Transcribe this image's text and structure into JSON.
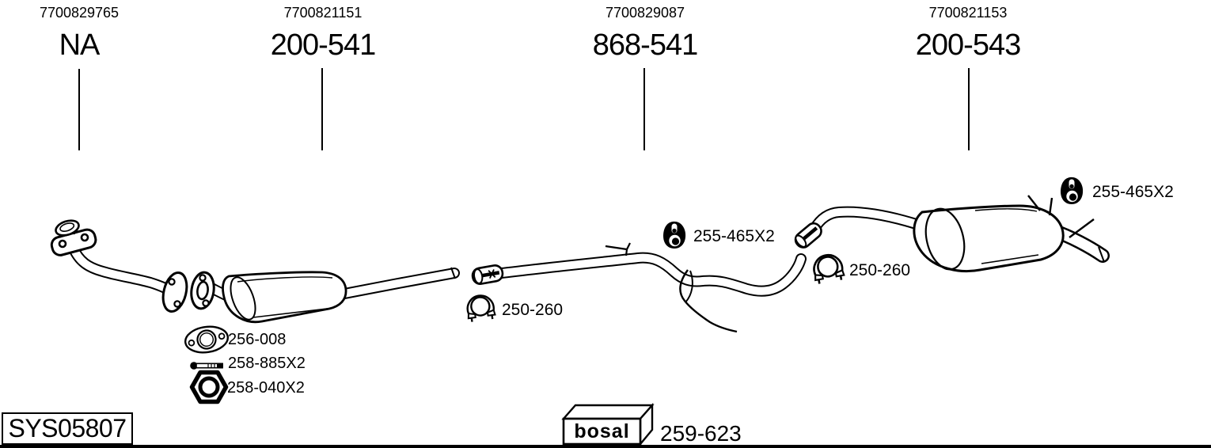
{
  "header": {
    "columns": [
      {
        "oem": "7700829765",
        "code": "NA"
      },
      {
        "oem": "7700821151",
        "code": "200-541"
      },
      {
        "oem": "7700829087",
        "code": "868-541"
      },
      {
        "oem": "7700821153",
        "code": "200-543"
      }
    ]
  },
  "diagram": {
    "labels": {
      "hanger_front": "255-465X2",
      "clamp_front": "250-260",
      "gasket": "256-008",
      "bolt": "258-885X2",
      "nut": "258-040X2",
      "hanger_rear": "255-465X2",
      "clamp_rear": "250-260"
    },
    "icon_names": [
      "exhaust-hanger-icon",
      "pipe-clamp-icon",
      "gasket-icon",
      "bolt-icon",
      "nut-icon",
      "bosal-box-icon"
    ]
  },
  "footer": {
    "system_code": "SYS05807",
    "brand": "bosal",
    "mounting_kit": "259-623"
  },
  "colors": {
    "ink": "#000000",
    "background": "#ffffff"
  }
}
